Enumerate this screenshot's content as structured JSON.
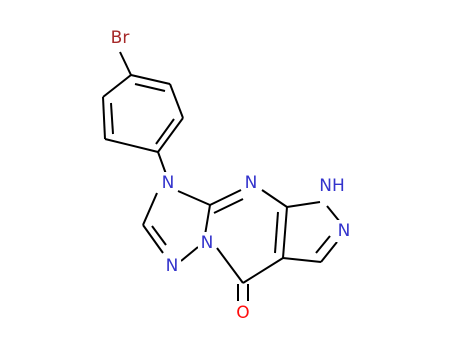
{
  "molecule": {
    "colors": {
      "bond": "#000000",
      "carbon": "#000000",
      "nitrogen": "#3333cc",
      "oxygen": "#ff0d0d",
      "bromine": "#a62929",
      "background": "#ffffff"
    },
    "atoms": {
      "br": {
        "label": "Br",
        "element": "bromine"
      },
      "n9": {
        "label": "N",
        "element": "nitrogen"
      },
      "n_pyr": {
        "label": "N",
        "element": "nitrogen"
      },
      "nh": {
        "label": "NH",
        "element": "nitrogen"
      },
      "n_pyraz": {
        "label": "N",
        "element": "nitrogen"
      },
      "n_tri": {
        "label": "N",
        "element": "nitrogen"
      },
      "n_bridge": {
        "label": "N",
        "element": "nitrogen"
      },
      "o": {
        "label": "O",
        "element": "oxygen"
      }
    }
  }
}
